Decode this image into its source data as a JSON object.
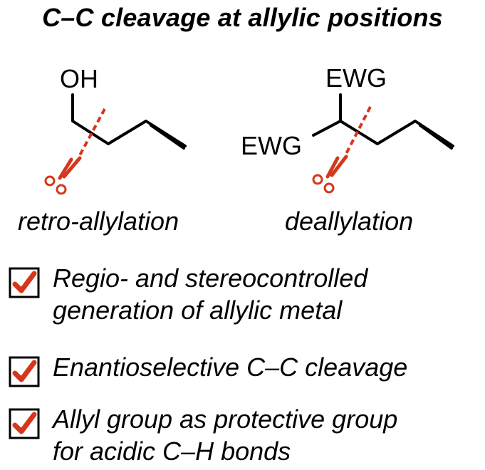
{
  "title": "C–C cleavage at allylic positions",
  "scheme": {
    "left": {
      "label_oh": "OH",
      "caption": "retro-allylation"
    },
    "right": {
      "label_ewg_top": "EWG",
      "label_ewg_left": "EWG",
      "caption": "deallylation"
    }
  },
  "checklist": {
    "items": [
      {
        "line1": "Regio- and stereocontrolled",
        "line2": "generation of allylic metal"
      },
      {
        "line1": "Enantioselective C–C cleavage"
      },
      {
        "line1": "Allyl group as protective group",
        "line2": "for acidic C–H bonds"
      }
    ]
  },
  "colors": {
    "accent": "#d6361b",
    "ink": "#000000"
  }
}
